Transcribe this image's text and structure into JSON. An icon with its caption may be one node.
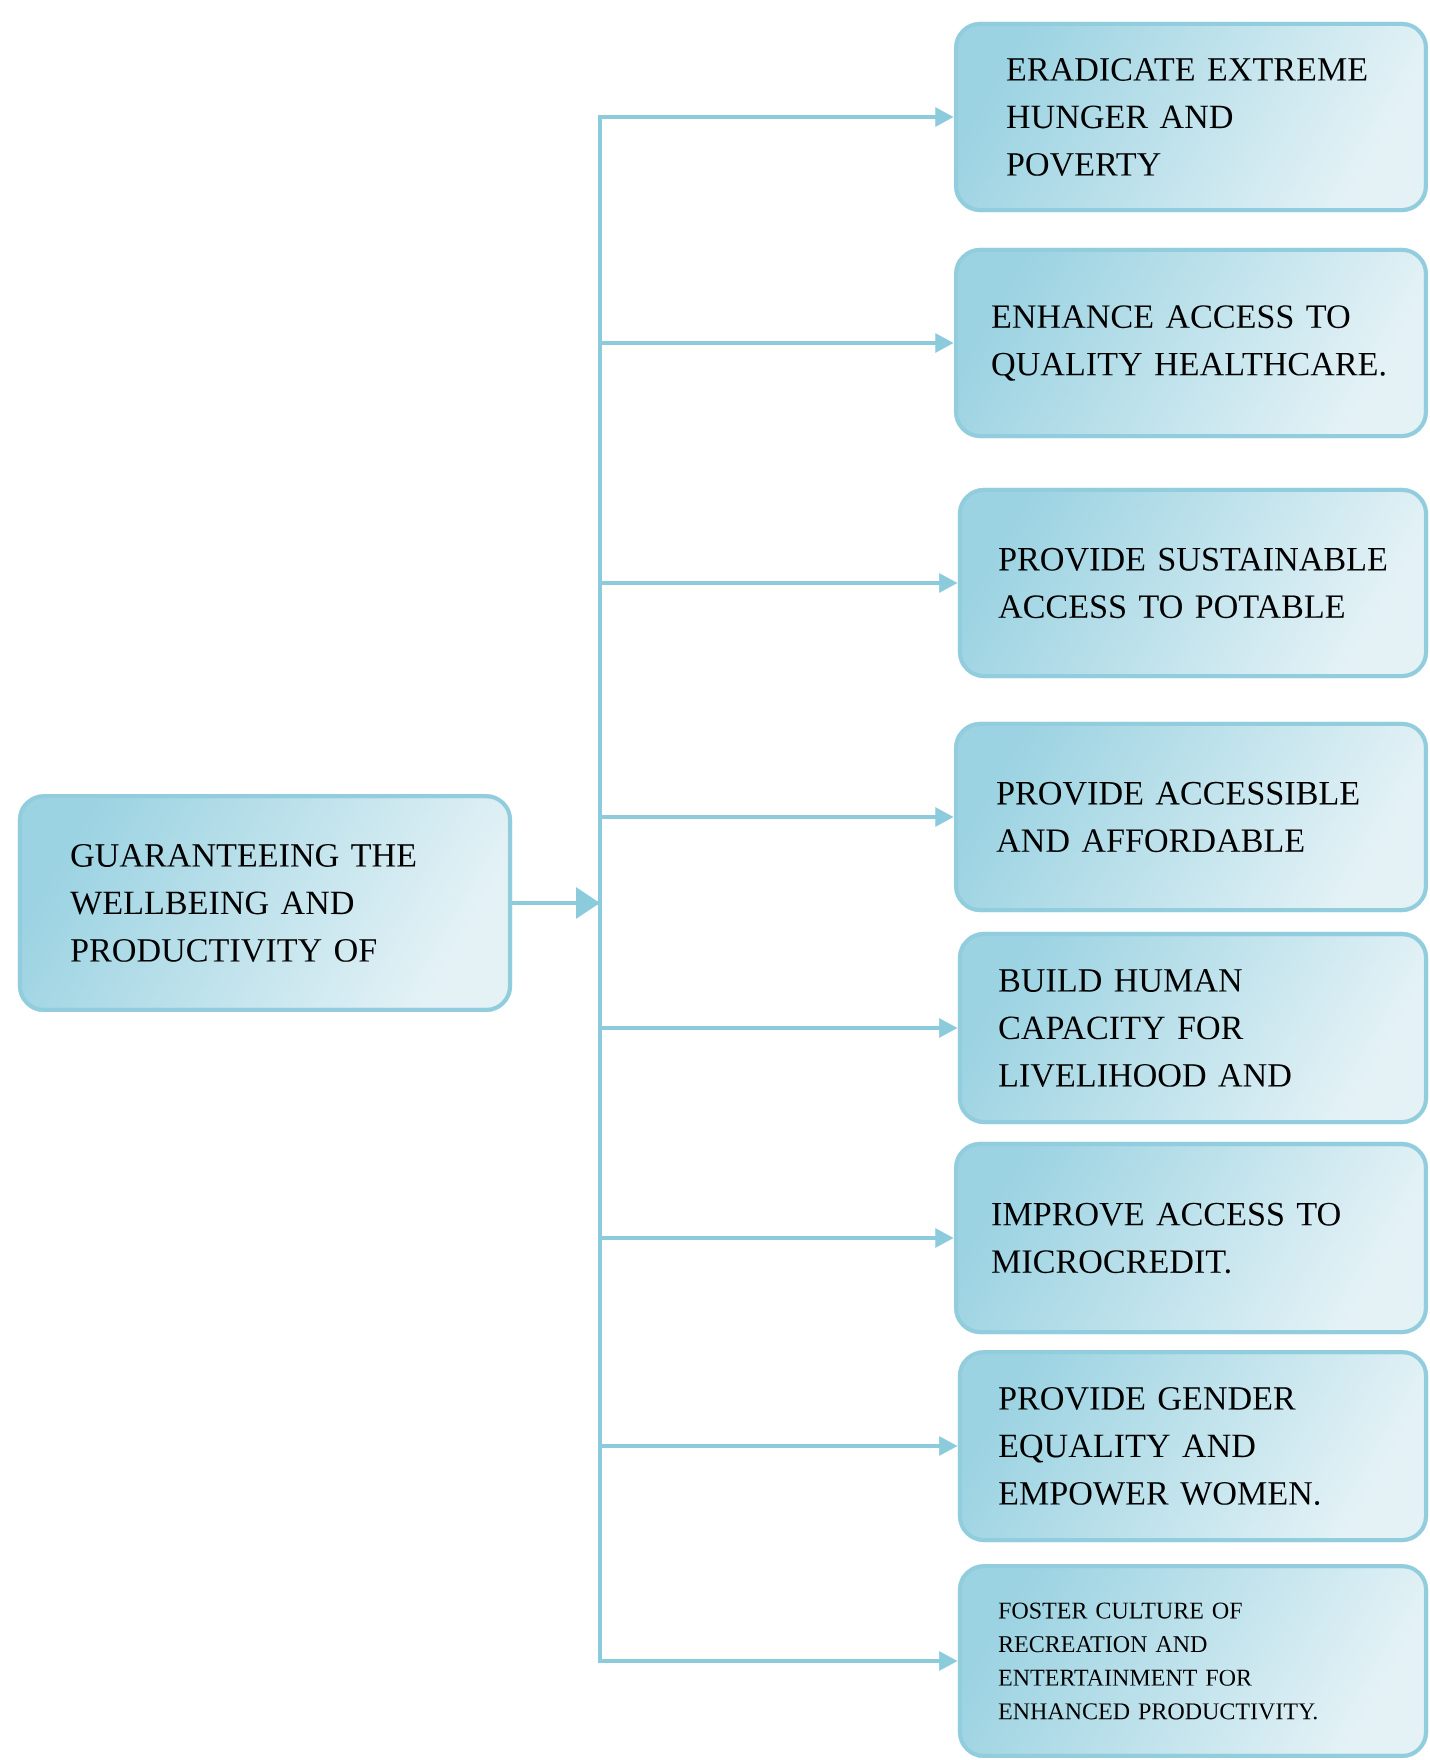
{
  "diagram": {
    "nodes": [
      {
        "text": [
          "GUARANTEEING THE WELLBEING AND PRODUCTIVITY OF"
        ]
      },
      {
        "text": [
          "ERADICATE EXTREME HUNGER AND POVERTY"
        ]
      },
      {
        "text": [
          "ENHANCE ACCESS TO QUALITY HEALTHCARE."
        ]
      },
      {
        "text": [
          "PROVIDE SUSTAINABLE ACCESS TO POTABLE"
        ]
      },
      {
        "text": [
          "PROVIDE ACCESSIBLE AND AFFORDABLE"
        ]
      },
      {
        "text": [
          "BUILD HUMAN CAPACITY FOR LIVELIHOOD AND"
        ]
      },
      {
        "text": [
          "IMPROVE ACCESS TO MICROCREDIT."
        ]
      },
      {
        "text": [
          "PROVIDE GENDER EQUALITY AND EMPOWER WOMEN."
        ]
      },
      {
        "text": [
          "FOSTER CULTURE OF RECREATION AND ENTERTAINMENT FOR ENHANCED PRODUCTIVITY."
        ]
      }
    ],
    "edges": [
      {
        "from": 0,
        "to": 1,
        "arrow": "to"
      },
      {
        "from": 0,
        "to": 2,
        "arrow": "to"
      },
      {
        "from": 0,
        "to": 3,
        "arrow": "to"
      },
      {
        "from": 0,
        "to": 4,
        "arrow": "to"
      },
      {
        "from": 0,
        "to": 5,
        "arrow": "to"
      },
      {
        "from": 0,
        "to": 6,
        "arrow": "to"
      },
      {
        "from": 0,
        "to": 7,
        "arrow": "to"
      },
      {
        "from": 0,
        "to": 8,
        "arrow": "to"
      }
    ]
  }
}
